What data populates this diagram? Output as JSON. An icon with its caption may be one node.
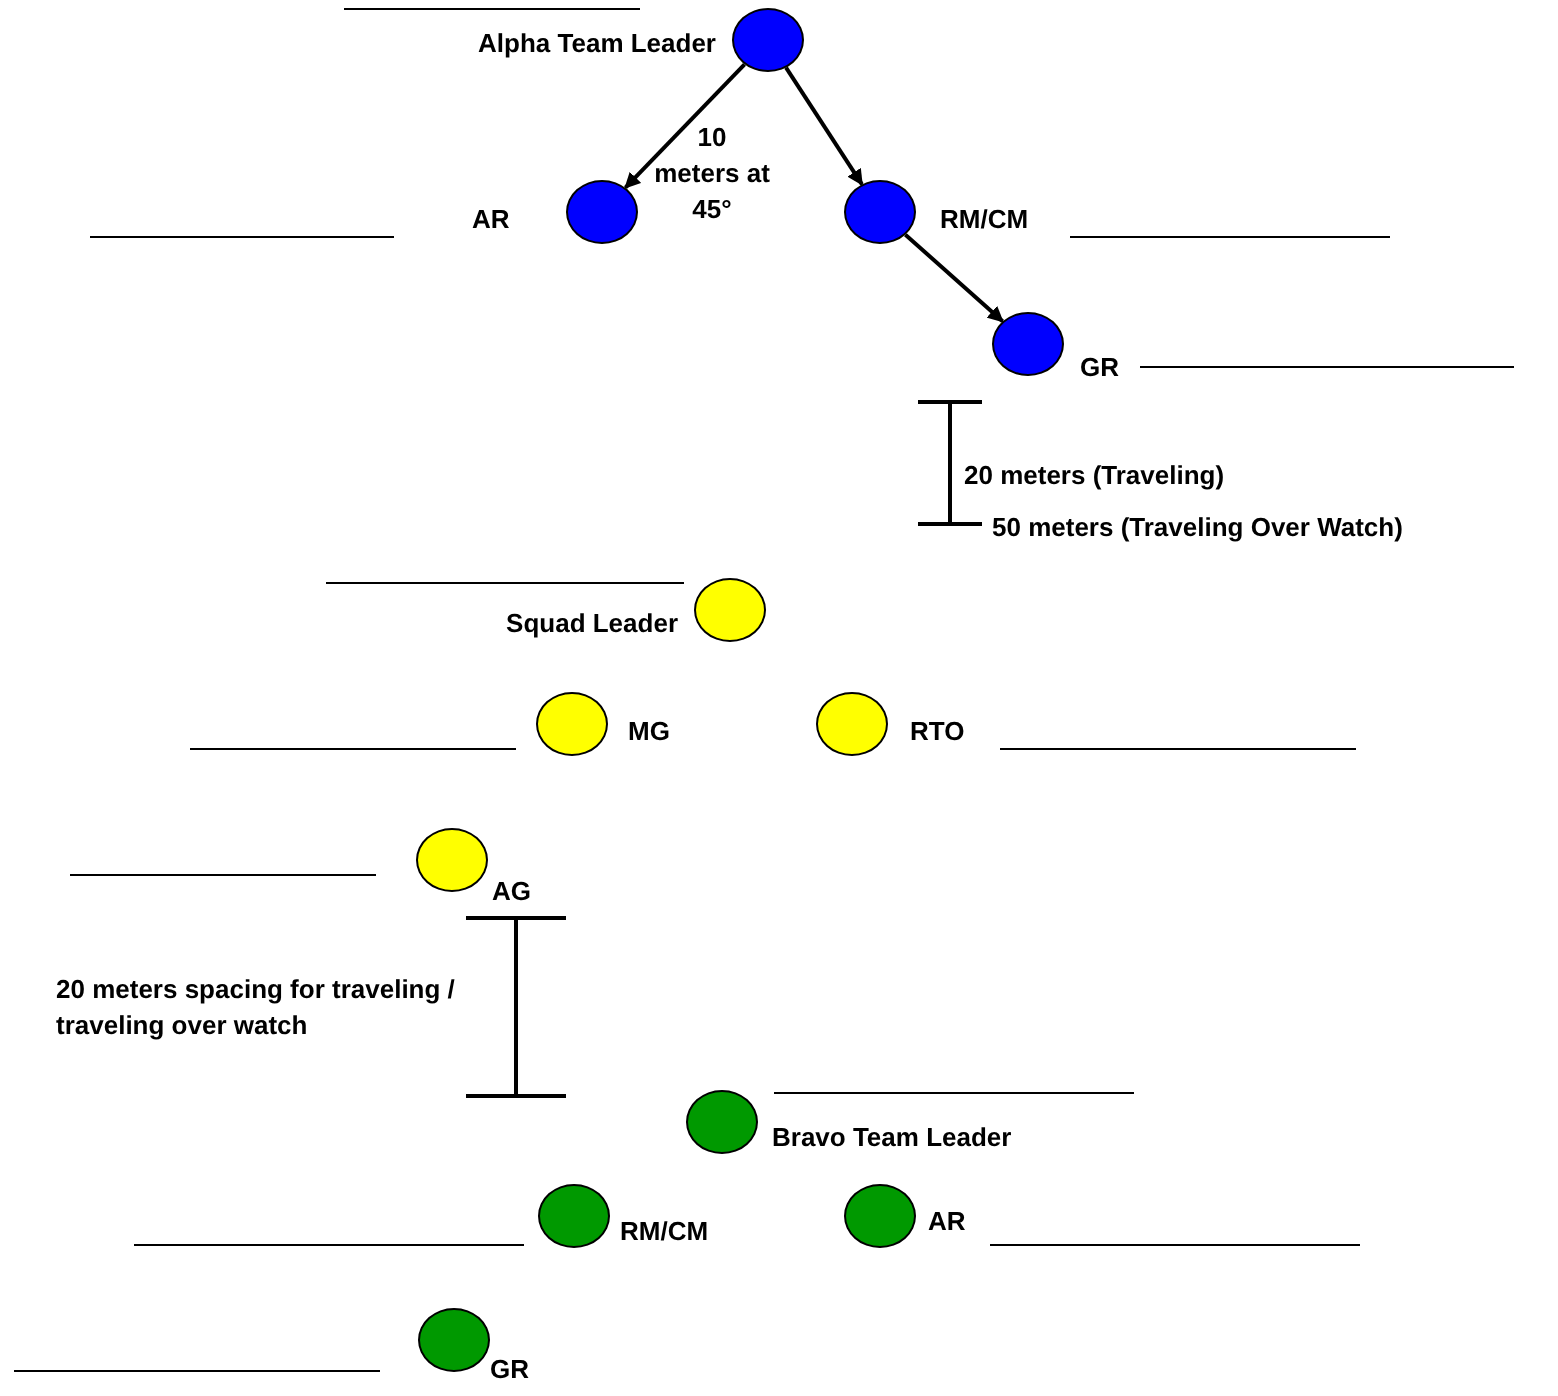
{
  "diagram": {
    "nodes": [
      {
        "text": [],
        "shape": "circle",
        "beside": [
          "Alpha Team Leader"
        ]
      },
      {
        "text": [],
        "shape": "circle",
        "beside": [
          "AR"
        ]
      },
      {
        "text": [],
        "shape": "circle",
        "beside": [
          "RM/CM"
        ]
      },
      {
        "text": [],
        "shape": "circle",
        "beside": [
          "GR"
        ]
      },
      {
        "text": [],
        "shape": "circle",
        "beside": [
          "Squad Leader"
        ]
      },
      {
        "text": [],
        "shape": "circle",
        "beside": [
          "MG"
        ]
      },
      {
        "text": [],
        "shape": "circle",
        "beside": [
          "RTO"
        ]
      },
      {
        "text": [],
        "shape": "circle",
        "beside": [
          "AG"
        ]
      },
      {
        "text": [],
        "shape": "circle",
        "beside": [
          "Bravo Team Leader"
        ]
      },
      {
        "text": [],
        "shape": "circle",
        "beside": [
          "RM/CM"
        ]
      },
      {
        "text": [],
        "shape": "circle",
        "beside": [
          "AR"
        ]
      },
      {
        "text": [],
        "shape": "circle",
        "beside": [
          "GR"
        ]
      }
    ],
    "edges": [
      {
        "from": 0,
        "to": 1,
        "arrow": "to"
      },
      {
        "from": 0,
        "to": 2,
        "arrow": "to"
      },
      {
        "from": 2,
        "to": 3,
        "arrow": "to"
      }
    ],
    "labels": [
      "10 meters at 45°",
      "20 meters (Traveling)",
      "50 meters (Traveling Over Watch)",
      "20 meters spacing for traveling / traveling over watch"
    ]
  }
}
